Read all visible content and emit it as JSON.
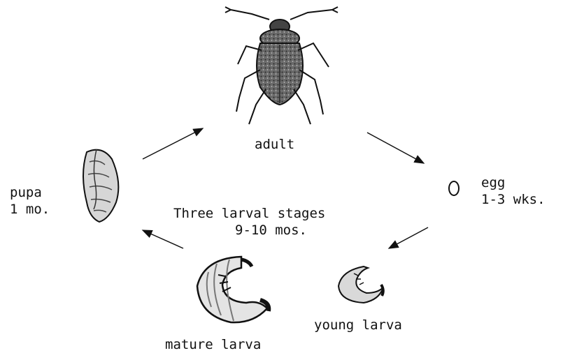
{
  "stages": {
    "adult": {
      "label": "adult"
    },
    "egg": {
      "label": "egg",
      "duration": "1-3 wks."
    },
    "young_larva": {
      "label": "young larva"
    },
    "mature_larva": {
      "label": "mature larva"
    },
    "pupa": {
      "label": "pupa",
      "duration": "1 mo."
    }
  },
  "larval_stages": {
    "label": "Three larval stages",
    "duration": "9-10 mos."
  },
  "colors": {
    "ink": "#111111",
    "body_shade": "#555555",
    "background": "#ffffff"
  }
}
